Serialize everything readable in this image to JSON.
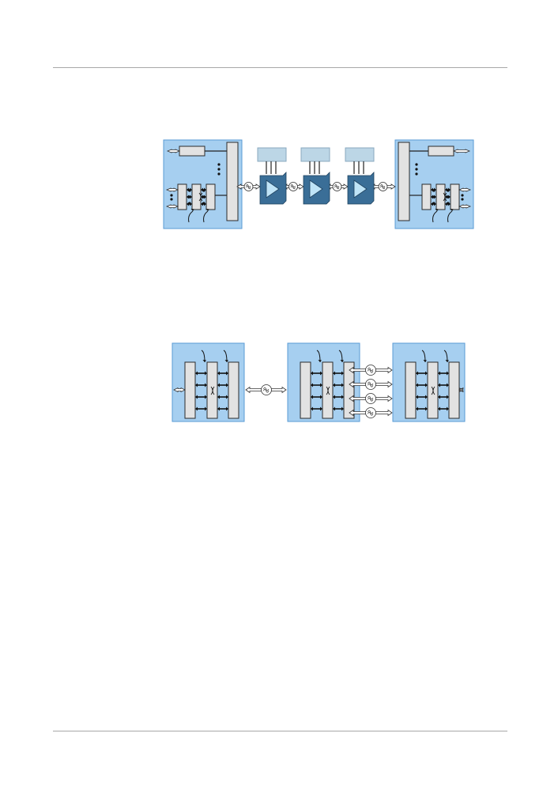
{
  "page": {
    "header_rule": true,
    "footer_rule": true
  },
  "colors": {
    "panel_fill": "#a6cff0",
    "panel_border": "#5a9bd5",
    "component_fill": "#e2e2e2",
    "component_border": "#2b2b2b",
    "amplifier_fill": "#3a6e97",
    "amplifier_triangle": "#bfe4f7",
    "pump_fill": "#bcd6e6",
    "arrow_fill": "#ffffff"
  },
  "figure_top": {
    "panels": [
      "tx-node",
      "rx-node"
    ],
    "amplifier_count": 3,
    "fiber_spans": 4,
    "icons": [
      "bidirectional-arrow-icon",
      "fiber-coil-icon",
      "amplifier-icon",
      "ellipsis-dots-icon",
      "drop-arrow-icon",
      "add-arrow-icon"
    ]
  },
  "figure_bottom": {
    "panels": [
      "left-node",
      "middle-node",
      "right-node"
    ],
    "single_links": 1,
    "parallel_links": 4,
    "icons": [
      "bidirectional-arrow-icon",
      "fiber-coil-icon",
      "drop-arrow-icon",
      "add-arrow-icon"
    ]
  }
}
